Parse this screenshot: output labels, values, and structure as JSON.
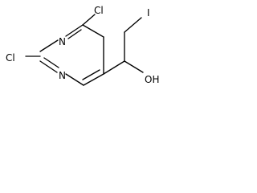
{
  "structure": {
    "atoms": {
      "cl_top": "Cl",
      "cl_left": "Cl",
      "n_top": "N",
      "n_bottom": "N",
      "iodine": "I",
      "hydroxyl": "OH"
    }
  }
}
